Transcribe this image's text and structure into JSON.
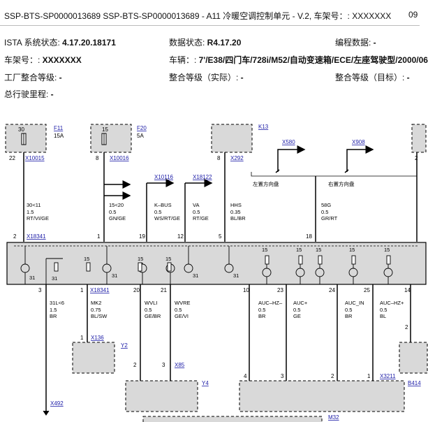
{
  "header": {
    "title": "SSP-BTS-SP0000013689 SSP-BTS-SP0000013689 - A11 冷暖空调控制单元 - V.2, 车架号：: XXXXXXX",
    "title_right": "09",
    "ista_label": "ISTA 系统状态: ",
    "ista_value": "4.17.20.18171",
    "data_status_label": "数据状态: ",
    "data_status_value": "R4.17.20",
    "prog_label": "编程数据: ",
    "prog_value": "-",
    "vin_label": "车架号：: ",
    "vin_value": "XXXXXXX",
    "vehicle_label": "车辆：: ",
    "vehicle_value": "7'/E38/四门车/728i/M52/自动变速箱/ECE/左座驾驶型/2000/06",
    "factory_label": "工厂整合等级: ",
    "factory_value": "-",
    "actual_label": "整合等级（实际）: ",
    "actual_value": "-",
    "target_label": "整合等级（目标）: ",
    "target_value": "-",
    "mileage_label": "总行驶里程: ",
    "mileage_value": "-"
  },
  "diagram": {
    "fuse_f11": {
      "num": "30",
      "name": "F11",
      "amp": "15A"
    },
    "fuse_f20": {
      "num": "15",
      "name": "F20",
      "amp": "5A"
    },
    "k13": "K13",
    "x580": "X580",
    "x908": "X908",
    "left_drive": "左置方向盘",
    "right_drive": "右置方向盘",
    "pins_top": {
      "p22": "22",
      "x10015": "X10015",
      "p8a": "8",
      "x10016": "X10016",
      "x10116": "X10116",
      "x18122": "X18122",
      "p8b": "8",
      "x292": "X292",
      "p2r": "2"
    },
    "wires_top": [
      {
        "id": "w1",
        "sig": "30<11",
        "cs": "1.5",
        "col": "RT/VI/GE"
      },
      {
        "id": "w2",
        "sig": "15<20",
        "cs": "0.5",
        "col": "GN/GE"
      },
      {
        "id": "w3",
        "sig": "K–BUS",
        "cs": "0.5",
        "col": "WS/RT/GE"
      },
      {
        "id": "w4",
        "sig": "VA",
        "cs": "0.5",
        "col": "RT/GE"
      },
      {
        "id": "w5",
        "sig": "HHS",
        "cs": "0.35",
        "col": "BL/BR"
      },
      {
        "id": "w6",
        "sig": "58G",
        "cs": "0.5",
        "col": "GR/RT"
      }
    ],
    "module_pins_top": {
      "p2": "2",
      "x18341": "X18341",
      "p1": "1",
      "p19": "19",
      "p12": "12",
      "p5": "5",
      "p18": "18"
    },
    "module_inner": {
      "n15": "15",
      "n31": "31"
    },
    "module_pins_bottom": {
      "p3": "3",
      "p1": "1",
      "x18341": "X18341",
      "p20": "20",
      "p21": "21",
      "p10": "10",
      "p23": "23",
      "p24": "24",
      "p25": "25",
      "p14": "14"
    },
    "wires_bottom": [
      {
        "id": "b1",
        "sig": "31L<6",
        "cs": "1.5",
        "col": "BR"
      },
      {
        "id": "b2",
        "sig": "MK2",
        "cs": "0.75",
        "col": "BL/SW"
      },
      {
        "id": "b3",
        "sig": "WVLI",
        "cs": "0.5",
        "col": "GE/BR"
      },
      {
        "id": "b4",
        "sig": "WVRE",
        "cs": "0.5",
        "col": "GE/VI"
      },
      {
        "id": "b5",
        "sig": "AUC–HZ–",
        "cs": "0.5",
        "col": "BR"
      },
      {
        "id": "b6",
        "sig": "AUC+",
        "cs": "0.5",
        "col": "GE"
      },
      {
        "id": "b7",
        "sig": "AUC_IN",
        "cs": "0.5",
        "col": "BR"
      },
      {
        "id": "b8",
        "sig": "AUC–HZ+",
        "cs": "0.5",
        "col": "BL"
      }
    ],
    "lower": {
      "p1": "1",
      "x136": "X136",
      "y2": "Y2",
      "p2": "2",
      "p3": "3",
      "x85": "X85",
      "y4": "Y4",
      "p4": "4",
      "p3b": "3",
      "p2b": "2",
      "p1b": "1",
      "x3211": "X3211",
      "b414": "B414",
      "p2r": "2",
      "x492": "X492",
      "m32": "M32"
    }
  }
}
